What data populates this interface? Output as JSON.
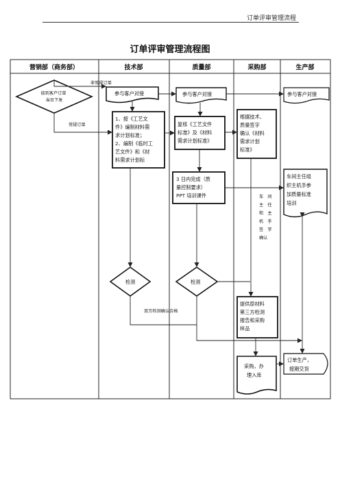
{
  "header": {
    "text": "订单评审管理流程"
  },
  "title": "订单评审管理流程图",
  "columns": [
    "营销部（商务部）",
    "技术部",
    "质量部",
    "采购部",
    "生产部"
  ],
  "nodes": {
    "receive_order": [
      "接到客户订单",
      "当日下发"
    ],
    "tech_meet": [
      "参与客户对接"
    ],
    "quality_meet": [
      "参与客户对接"
    ],
    "production_meet": [
      "参与客户对接"
    ],
    "tech_docs": [
      "1、按《工艺文",
      "件》编制材料需",
      "求计划标准；",
      "2、编制《临时工",
      "艺文件》和《材",
      "料需求计划标"
    ],
    "quality_review": [
      "复核《工艺文件",
      "标准》及《材料",
      "需求计划标准》"
    ],
    "purchase_confirm": [
      "根据技术、",
      "质量签字",
      "确认《材料",
      "需求计划",
      "标准》"
    ],
    "quality_3day": [
      "3 日内完成（质",
      "量控制要求）",
      "PPT 培训课件"
    ],
    "workshop_training": [
      "车间主任组",
      "织主机手参",
      "加质量标准",
      "培训"
    ],
    "tech_inspect": [
      "检测"
    ],
    "quality_inspect": [
      "检测"
    ],
    "purchase_report": [
      "提供原材料",
      "第三方检测",
      "报告和采购",
      "样品"
    ],
    "purchase_store": [
      "采购，办",
      "理入库"
    ],
    "production_deliver": [
      "订单生产，",
      "按期交货"
    ]
  },
  "edge_labels": {
    "non_regular": "非常规订单",
    "regular": "常规订单",
    "dual_inspect": "双方检测确认合格",
    "sign_note": [
      "车　间",
      "主　任",
      "和　主",
      "机　手",
      "签　字",
      "确认"
    ]
  }
}
